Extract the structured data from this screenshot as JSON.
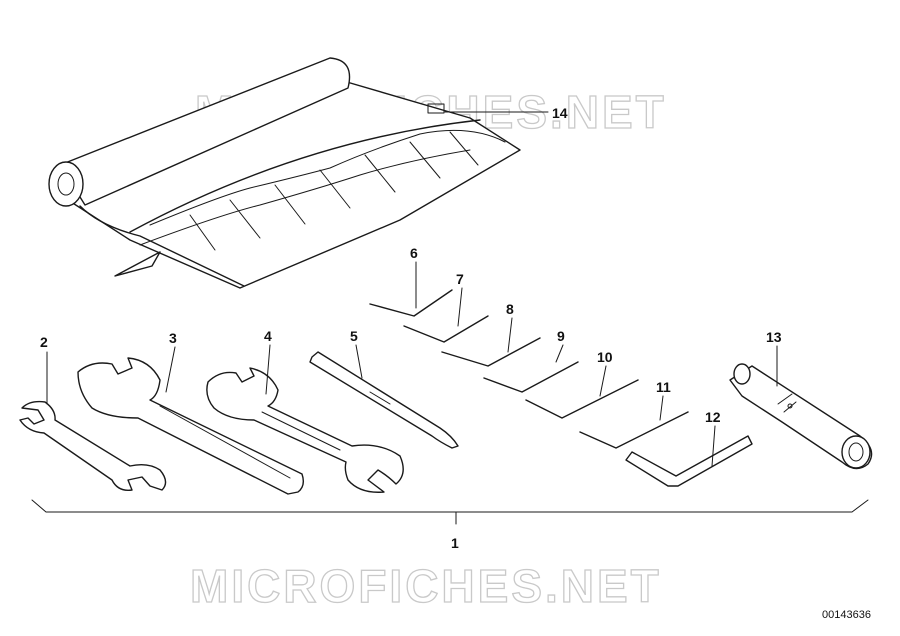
{
  "watermark": {
    "top": "MICROFICHES.NET",
    "bottom": "MICROFICHES.NET"
  },
  "callouts": {
    "c1": "1",
    "c2": "2",
    "c3": "3",
    "c4": "4",
    "c5": "5",
    "c6": "6",
    "c7": "7",
    "c8": "8",
    "c9": "9",
    "c10": "10",
    "c11": "11",
    "c12": "12",
    "c13": "13",
    "c14": "14"
  },
  "document_id": "00143636"
}
